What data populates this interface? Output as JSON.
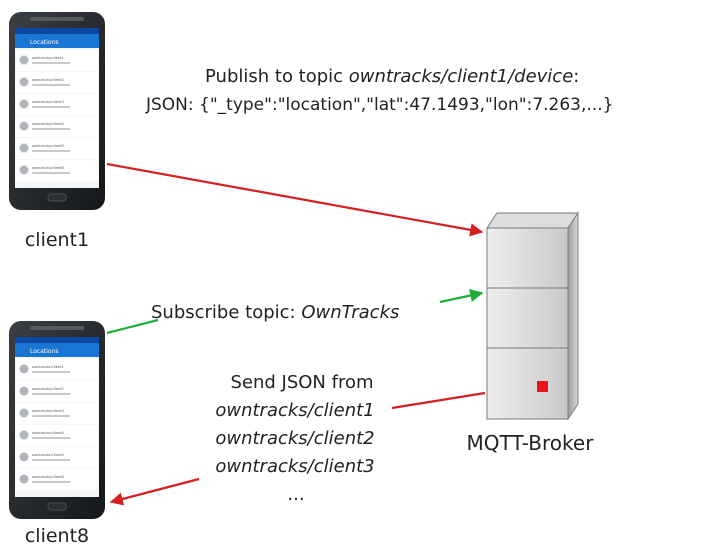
{
  "devices": {
    "client1": {
      "name": "client1",
      "screen_title": "Locations",
      "list_items": [
        "owntracks/client1",
        "owntracks/client2",
        "owntracks/client3",
        "owntracks/client4",
        "owntracks/client5",
        "owntracks/client6"
      ]
    },
    "client8": {
      "name": "client8",
      "screen_title": "Locations",
      "list_items": [
        "owntracks/client1",
        "owntracks/client2",
        "owntracks/client3",
        "owntracks/client4",
        "owntracks/client5",
        "owntracks/client6"
      ]
    }
  },
  "broker": {
    "label": "MQTT-Broker"
  },
  "publish": {
    "prefix": "Publish to topic ",
    "topic": "owntracks/client1/device",
    "suffix": ":",
    "json": "JSON: {\"_type\":\"location\",\"lat\":47.1493,\"lon\":7.263,...}"
  },
  "subscribe": {
    "prefix": "Subscribe topic: ",
    "topic": "OwnTracks"
  },
  "send": {
    "line1": "Send JSON from",
    "topics": [
      "owntracks/client1",
      "owntracks/client2",
      "owntracks/client3"
    ],
    "ellipsis": "..."
  },
  "colors": {
    "publish_arrow": "#d42020",
    "subscribe_arrow": "#1fae3a",
    "send_arrow": "#d42020",
    "broker_led": "#e8151b"
  }
}
